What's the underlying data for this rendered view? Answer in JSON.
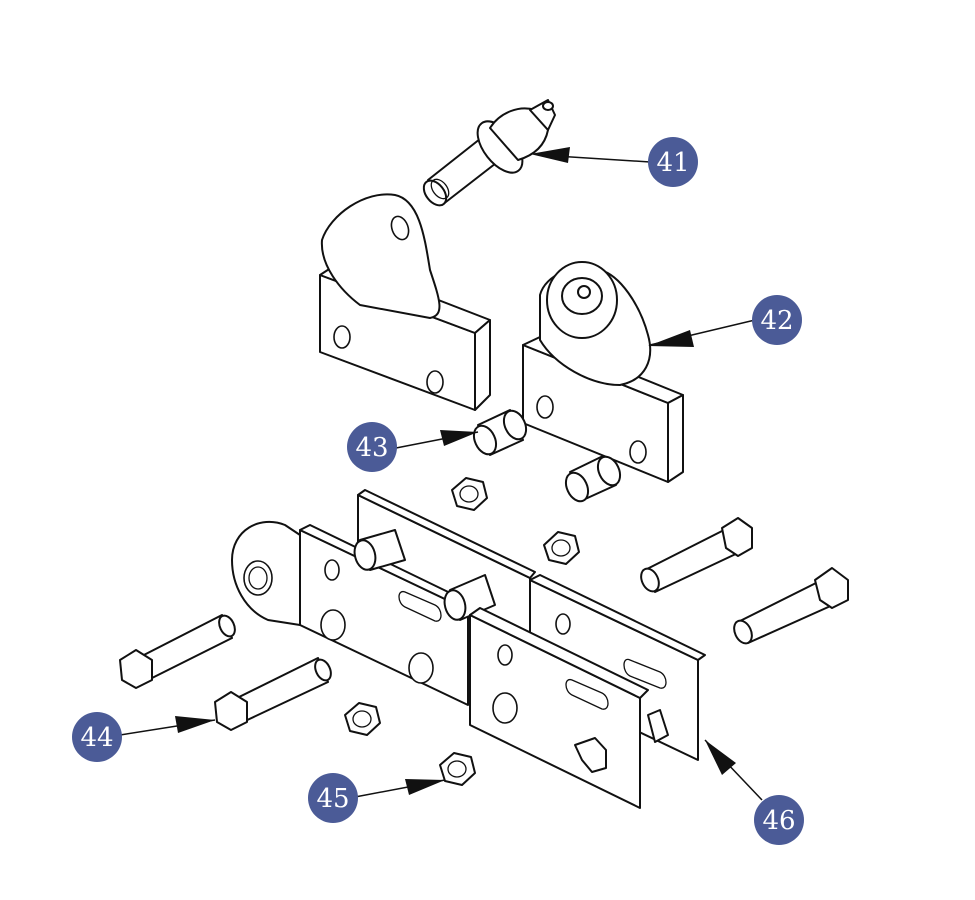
{
  "colors": {
    "callout_fill": "#4b5b97",
    "callout_text": "#ffffff",
    "line": "#111111",
    "background": "#ffffff"
  },
  "callouts": [
    {
      "id": "c41",
      "label": "41"
    },
    {
      "id": "c42",
      "label": "42"
    },
    {
      "id": "c43",
      "label": "43"
    },
    {
      "id": "c44",
      "label": "44"
    },
    {
      "id": "c45",
      "label": "45"
    },
    {
      "id": "c46",
      "label": "46"
    }
  ]
}
